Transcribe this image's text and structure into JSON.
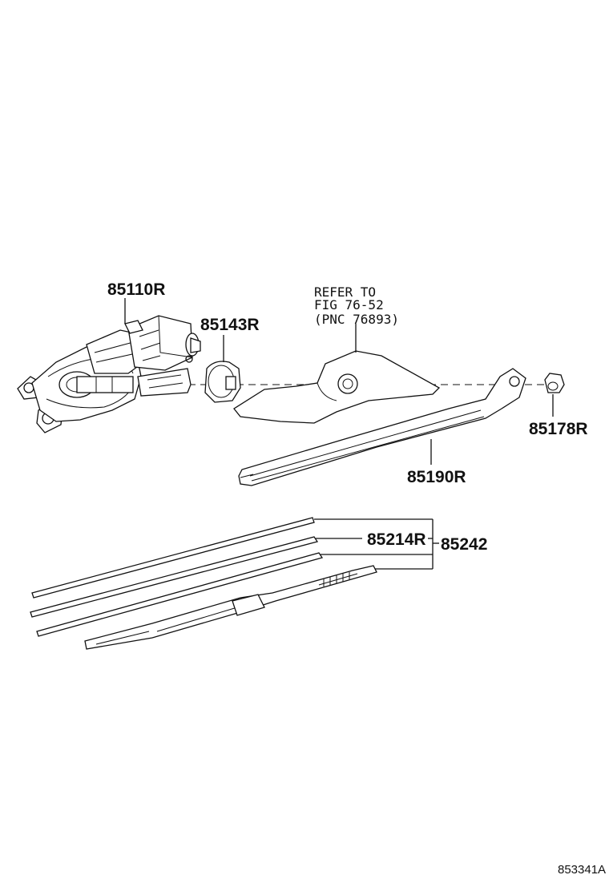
{
  "labels": {
    "motor": "85110R",
    "pivot_cap": "85143R",
    "nut": "85178R",
    "arm": "85190R",
    "refill": "85214R",
    "blade_assy": "85242"
  },
  "reference": {
    "line1": "REFER TO",
    "line2": "FIG 76-52",
    "line3": "(PNC 76893)"
  },
  "figure_id": "853341A"
}
